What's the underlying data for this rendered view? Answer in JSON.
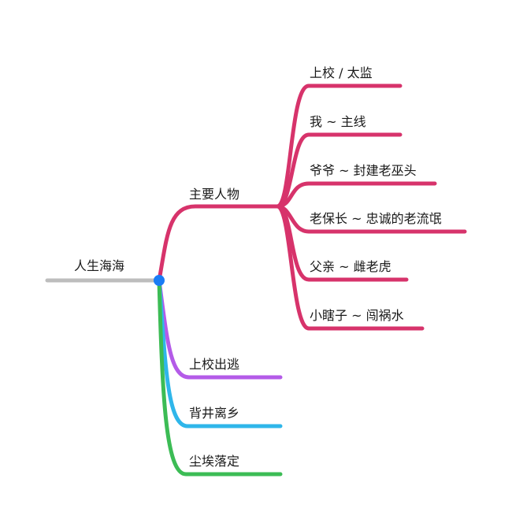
{
  "root": {
    "label": "人生海海",
    "line_color": "#bdbdbd",
    "node_color": "#1a7cf5"
  },
  "branches": [
    {
      "id": "main-characters",
      "label": "主要人物",
      "color": "#d7336b",
      "children": [
        {
          "label": "上校 / 太监"
        },
        {
          "label": "我 ~ 主线"
        },
        {
          "label": "爷爷 ~ 封建老巫头"
        },
        {
          "label": "老保长 ~ 忠诚的老流氓"
        },
        {
          "label": "父亲 ~ 雌老虎"
        },
        {
          "label": "小瞎子 ~ 闯祸水"
        }
      ]
    },
    {
      "id": "colonel-escape",
      "label": "上校出逃",
      "color": "#b45be8",
      "children": []
    },
    {
      "id": "leave-home",
      "label": "背井离乡",
      "color": "#2fb6ea",
      "children": []
    },
    {
      "id": "dust-settles",
      "label": "尘埃落定",
      "color": "#3cbc55",
      "children": []
    }
  ]
}
